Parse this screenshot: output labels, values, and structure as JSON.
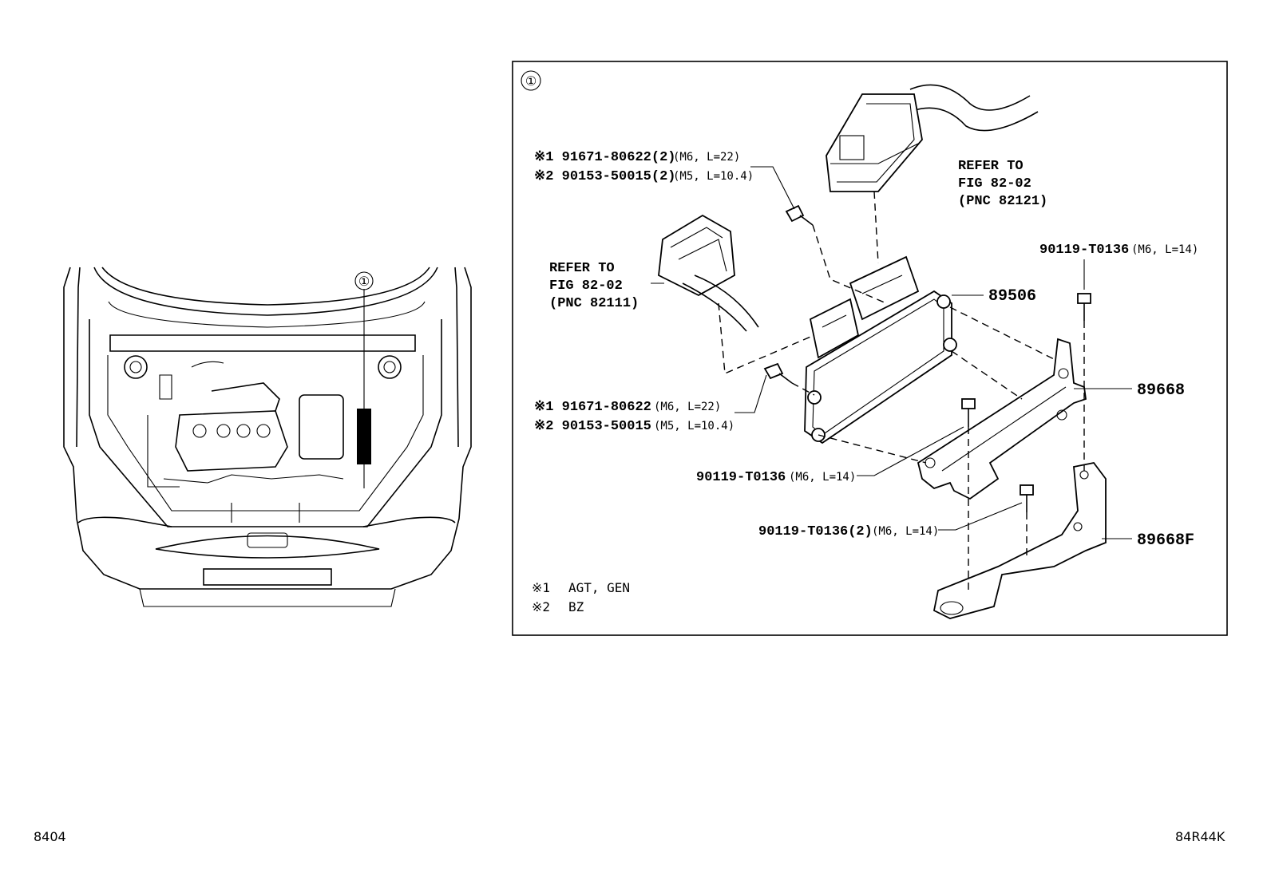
{
  "figure_code_left": "8404",
  "figure_code_right": "84R44K",
  "callout_marker": "①",
  "labels": {
    "bolt_a1_part": "※1 91671-80622(2)",
    "bolt_a1_spec": "(M6, L=22)",
    "bolt_a2_part": "※2 90153-50015(2)",
    "bolt_a2_spec": "(M5, L=10.4)",
    "refer_top_1": "REFER TO",
    "refer_top_2": "FIG 82-02",
    "refer_top_3": "(PNC 82121)",
    "refer_left_1": "REFER TO",
    "refer_left_2": "FIG 82-02",
    "refer_left_3": "(PNC 82111)",
    "bolt_top_right_part": "90119-T0136",
    "bolt_top_right_spec": "(M6, L=14)",
    "pn_ecu": "89506",
    "pn_bracket": "89668",
    "pn_bracket_f": "89668F",
    "bolt_b1_part": "※1 91671-80622",
    "bolt_b1_spec": "(M6, L=22)",
    "bolt_b2_part": "※2 90153-50015",
    "bolt_b2_spec": "(M5, L=10.4)",
    "bolt_c_part": "90119-T0136",
    "bolt_c_spec": "(M6, L=14)",
    "bolt_d_part": "90119-T0136(2)",
    "bolt_d_spec": "(M6, L=14)"
  },
  "notes": [
    {
      "mark": "※1",
      "text": "AGT, GEN"
    },
    {
      "mark": "※2",
      "text": "BZ"
    }
  ]
}
